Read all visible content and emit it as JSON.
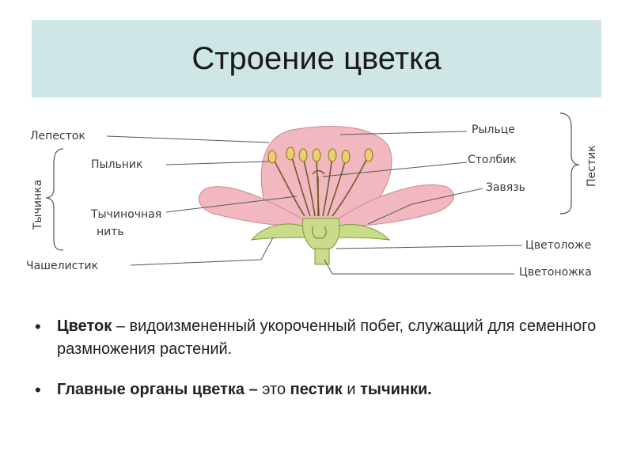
{
  "title": "Строение цветка",
  "diagram": {
    "labels": {
      "petal": "Лепесток",
      "anther": "Пыльник",
      "filament_line1": "Тычиночная",
      "filament_line2": "нить",
      "sepal": "Чашелистик",
      "stamen": "Тычинка",
      "stigma": "Рыльце",
      "style": "Столбик",
      "ovary": "Завязь",
      "pistil": "Пестик",
      "receptacle": "Цветоложе",
      "pedicel": "Цветоножка"
    },
    "colors": {
      "petal": "#f2b8c0",
      "petal_stroke": "#c98a92",
      "green": "#c8dc8a",
      "green_stroke": "#7d9a3a",
      "anther": "#e8d070",
      "line": "#555555"
    }
  },
  "bullets": [
    {
      "term": "Цветок",
      "text": " – видоизмененный укороченный побег, служащий для семенного размножения растений."
    },
    {
      "part1": "Главные органы цветка – ",
      "part2": "это ",
      "part3": "пестик",
      "part4": " и ",
      "part5": "тычинки."
    }
  ]
}
